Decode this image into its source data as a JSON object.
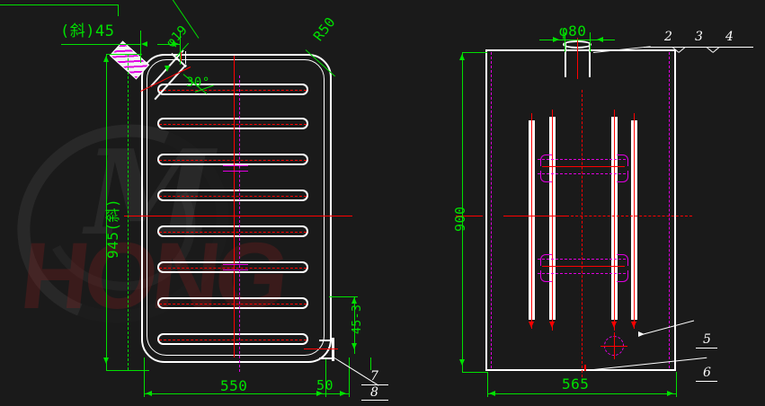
{
  "drawing": {
    "title": "Radiator / heat-exchanger assembly drawing",
    "background_color": "#1a1a1a",
    "annotation_color": "#00e000",
    "geometry_color": "#ffffff",
    "centerline_color": "#ff0000",
    "hidden_color": "#e000e0",
    "watermark": "HONG"
  },
  "front_view": {
    "name": "front-view",
    "dimensions": {
      "inlet_offset": "(斜)45",
      "inlet_diameter": "φ19",
      "corner_radius": "R50",
      "inlet_angle": "30°",
      "overall_height": "945(斜)",
      "overall_width": "550",
      "outlet_offset": "50",
      "outlet_size": "45-3"
    },
    "callouts": [
      {
        "id": "7",
        "label": "7"
      },
      {
        "id": "8",
        "label": "8"
      }
    ],
    "tube_count": 8
  },
  "side_view": {
    "name": "side-view",
    "dimensions": {
      "neck_diameter": "φ80",
      "overall_height": "900",
      "overall_width": "565"
    },
    "callouts": [
      {
        "id": "2",
        "label": "2"
      },
      {
        "id": "3",
        "label": "3"
      },
      {
        "id": "4",
        "label": "4"
      },
      {
        "id": "5",
        "label": "5"
      },
      {
        "id": "6",
        "label": "6"
      }
    ],
    "tube_count": 4
  },
  "callout_numbers": [
    "2",
    "3",
    "4",
    "5",
    "6",
    "7",
    "8"
  ]
}
